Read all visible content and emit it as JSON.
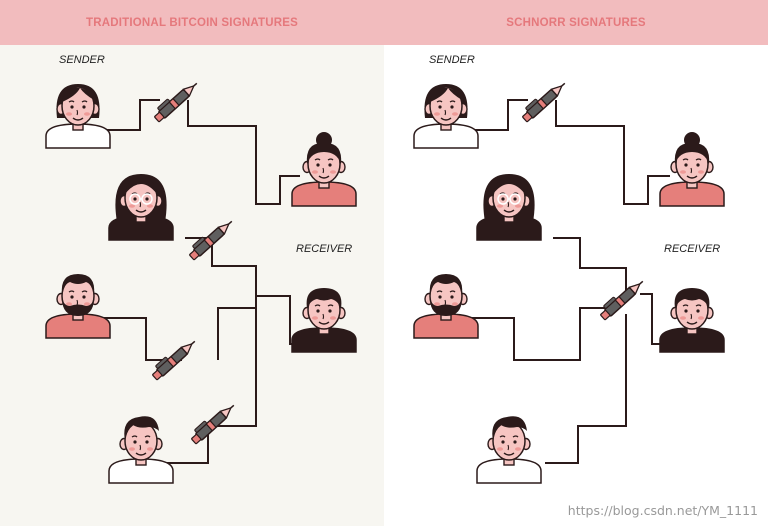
{
  "left": {
    "title": "TRADITIONAL BITCOIN SIGNATURES",
    "sender_label": "SENDER",
    "receiver_label": "RECEIVER"
  },
  "right": {
    "title": "SCHNORR SIGNATURES",
    "sender_label": "SENDER",
    "receiver_label": "RECEIVER"
  },
  "watermark": "https://blog.csdn.net/YM_1111",
  "colors": {
    "header_bg": "#f2bcbe",
    "header_text": "#e5787c",
    "skin": "#f6c5c2",
    "hair": "#2b1a1a",
    "pink_shirt": "#e57f7b",
    "dark_shirt": "#2b1a1a",
    "pen_body": "#5f5f5f",
    "pen_accent": "#e57f7b"
  }
}
